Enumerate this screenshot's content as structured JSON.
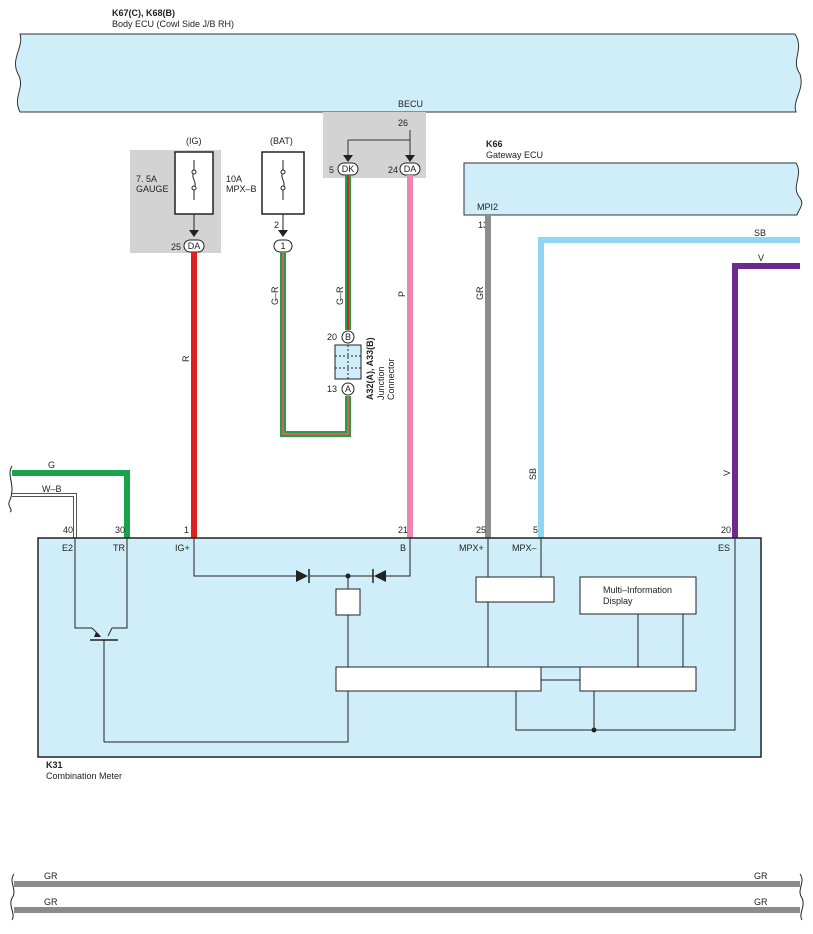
{
  "body_ecu": {
    "code": "K67(C), K68(B)",
    "name": "Body ECU (Cowl Side J/B RH)",
    "terminal_group": "BECU",
    "pin_becu": "26"
  },
  "fuses": {
    "ig": {
      "group": "(IG)",
      "label_line1": "7. 5A",
      "label_line2": "GAUGE",
      "pin": "25",
      "connector": "DA"
    },
    "bat": {
      "group": "(BAT)",
      "label_line1": "10A",
      "label_line2": "MPX–B",
      "pin": "2",
      "connector": "1"
    }
  },
  "becu_pins": {
    "dk_pin": "5",
    "dk_conn": "DK",
    "da_pin": "24",
    "da_conn": "DA"
  },
  "gateway": {
    "code": "K66",
    "name": "Gateway ECU",
    "terminal": "MPI2",
    "pin": "13"
  },
  "junction": {
    "codes": "A32(A), A33(B)",
    "line1": "Junction",
    "line2": "Connector",
    "pin_top": "20",
    "conn_top": "B",
    "pin_bottom": "13",
    "conn_bottom": "A"
  },
  "wire_labels": {
    "r": "R",
    "gr1": "G–R",
    "gr2": "G–R",
    "p": "P",
    "gr": "GR",
    "sb_top": "SB",
    "sb": "SB",
    "v_top": "V",
    "v": "V",
    "g": "G",
    "wb": "W–B"
  },
  "meter": {
    "code": "K31",
    "name": "Combination Meter",
    "pins": [
      {
        "num": "40",
        "name": "E2"
      },
      {
        "num": "30",
        "name": "TR"
      },
      {
        "num": "1",
        "name": "IG+"
      },
      {
        "num": "21",
        "name": "B"
      },
      {
        "num": "25",
        "name": "MPX+"
      },
      {
        "num": "5",
        "name": "MPX–"
      },
      {
        "num": "20",
        "name": "ES"
      }
    ],
    "mid_line1": "Multi–Information",
    "mid_line2": "Display"
  },
  "bottom_bus": {
    "left1": "GR",
    "right1": "GR",
    "left2": "GR",
    "right2": "GR"
  },
  "colors": {
    "ecu_fill": "#cfeefa",
    "red": "#e02020",
    "pink": "#ef85b4",
    "gray": "#8c8c8c",
    "skyblue": "#8fd6f2",
    "purple": "#6e2a90",
    "green": "#19a34a",
    "shade": "#d3d3d3"
  }
}
